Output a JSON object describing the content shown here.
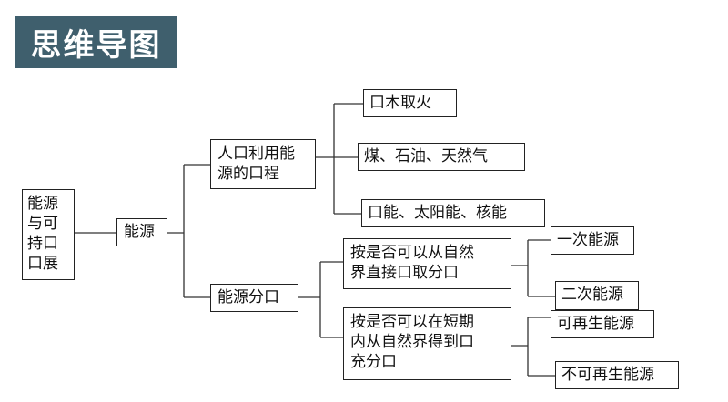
{
  "title": "思维导图",
  "root": "能源\n与可\n持口\n口展",
  "l1": "能源",
  "l2_history": "人口利用能\n源的口程",
  "l2_classify": "能源分口",
  "history_items": [
    "口木取火",
    "煤、石油、天然气",
    "口能、太阳能、核能"
  ],
  "classify_a": "按是否可以从自然\n界直接口取分口",
  "classify_b": "按是否可以在短期\n内从自然界得到口\n充分口",
  "a_items": [
    "一次能源",
    "二次能源"
  ],
  "b_items": [
    "可再生能源",
    "不可再生能源"
  ]
}
